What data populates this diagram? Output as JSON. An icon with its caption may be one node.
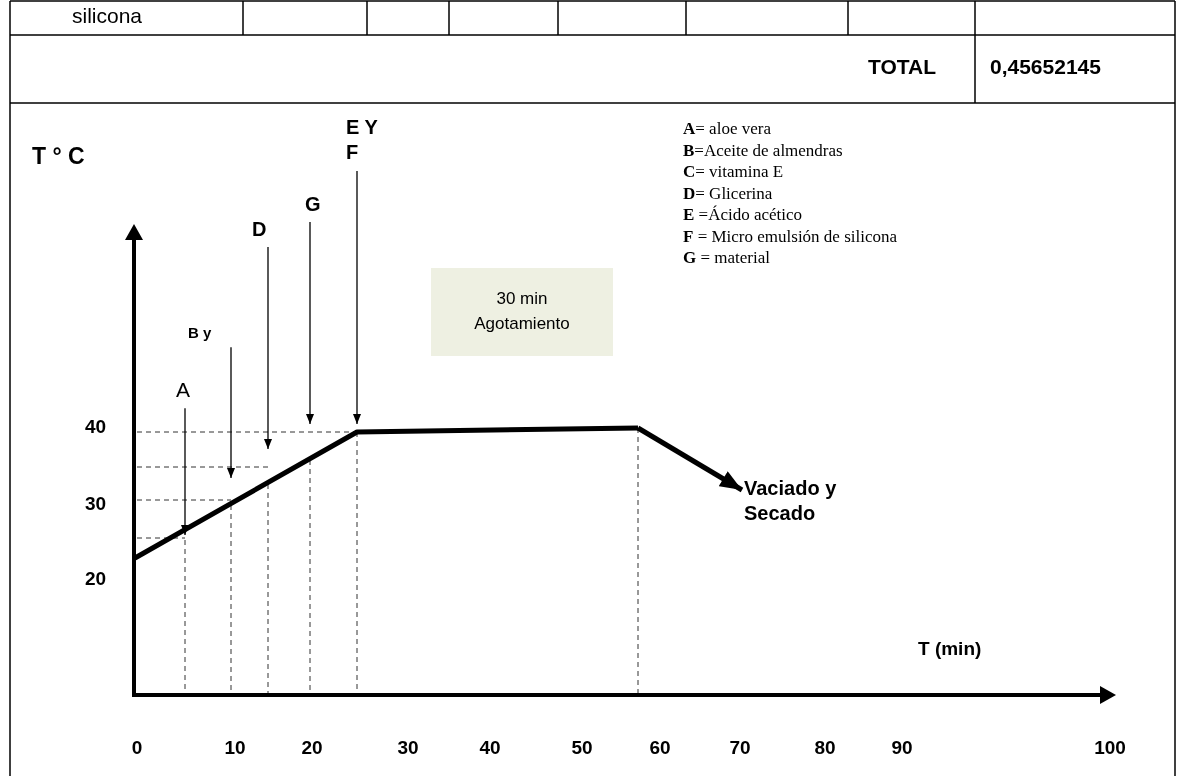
{
  "diagram": {
    "nodes": [
      {
        "text": [
          "A"
        ]
      },
      {
        "text": [
          "B y"
        ]
      },
      {
        "text": [
          "D"
        ]
      },
      {
        "text": [
          "G"
        ]
      },
      {
        "text": [
          "E Y F"
        ]
      },
      {
        "text": [
          "30 min Agotamiento"
        ]
      },
      {
        "text": [
          "Vaciado y Secado"
        ]
      }
    ],
    "edges": [
      {
        "from": 0,
        "to": null,
        "arrow": "to"
      },
      {
        "from": 1,
        "to": null,
        "arrow": "to"
      },
      {
        "from": 2,
        "to": null,
        "arrow": "to"
      },
      {
        "from": 3,
        "to": null,
        "arrow": "to"
      },
      {
        "from": 4,
        "to": null,
        "arrow": "to"
      },
      {
        "from": null,
        "to": 6,
        "arrow": "to",
        "style": "thick"
      }
    ],
    "labels": [
      "silicona",
      "TOTAL",
      "0,45652145",
      "**A**= aloe vera",
      "**B**=Aceite de almendras",
      "**C**= vitamina E",
      "**D**= Glicerina",
      "**E** =Ácido acético",
      "**F** = Micro emulsión de silicona",
      "**G** = material",
      "T ° C",
      "40",
      "30",
      "20",
      "T (min)",
      "0",
      "10",
      "20",
      "30",
      "40",
      "50",
      "60",
      "70",
      "80",
      "90",
      "100"
    ]
  }
}
